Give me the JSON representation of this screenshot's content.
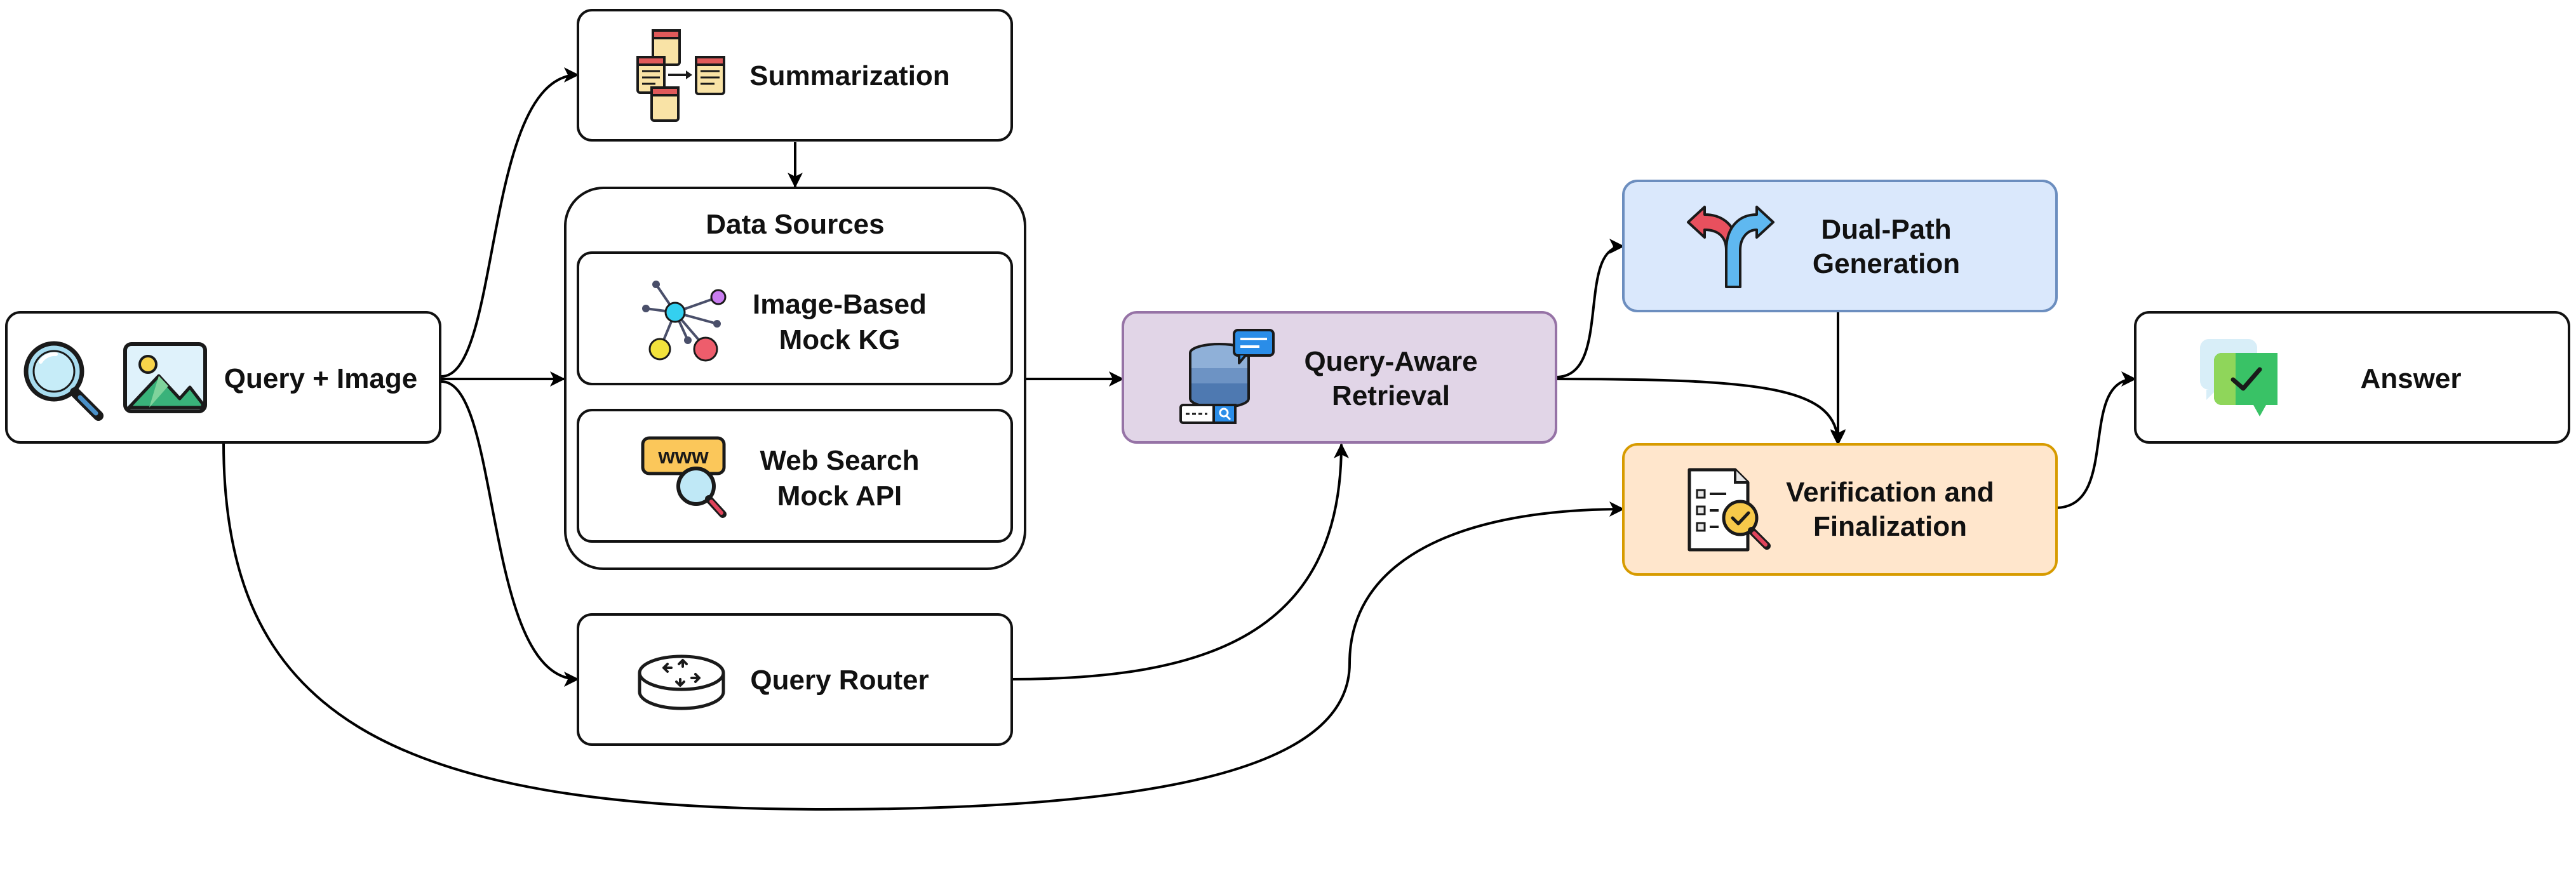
{
  "nodes": {
    "query_image": {
      "label": "Query + Image"
    },
    "summarization": {
      "label": "Summarization"
    },
    "data_sources": {
      "title": "Data Sources",
      "items": [
        {
          "line1": "Image-Based",
          "line2": "Mock KG"
        },
        {
          "line1": "Web Search",
          "line2": "Mock API"
        }
      ]
    },
    "query_router": {
      "label": "Query Router"
    },
    "retrieval": {
      "line1": "Query-Aware",
      "line2": "Retrieval"
    },
    "dual_path": {
      "line1": "Dual-Path",
      "line2": "Generation"
    },
    "verification": {
      "line1": "Verification and",
      "line2": "Finalization"
    },
    "answer": {
      "label": "Answer"
    }
  },
  "colors": {
    "retrieval_fill": "#e1d5e7",
    "retrieval_stroke": "#9673a6",
    "dual_path_fill": "#dae8fc",
    "dual_path_stroke": "#6c8ebf",
    "verification_fill": "#ffe6cc",
    "verification_stroke": "#d79b00",
    "box_fill": "#ffffff",
    "stroke": "#000000"
  },
  "icons": {
    "query_image": [
      "magnifier-icon",
      "image-icon"
    ],
    "summarization": "documents-icon",
    "image_kg": "knowledge-graph-icon",
    "web_search": "web-search-icon",
    "query_router": "router-icon",
    "retrieval": "database-search-icon",
    "dual_path": "fork-arrows-icon",
    "verification": "checklist-icon",
    "answer": "chat-check-icon"
  }
}
